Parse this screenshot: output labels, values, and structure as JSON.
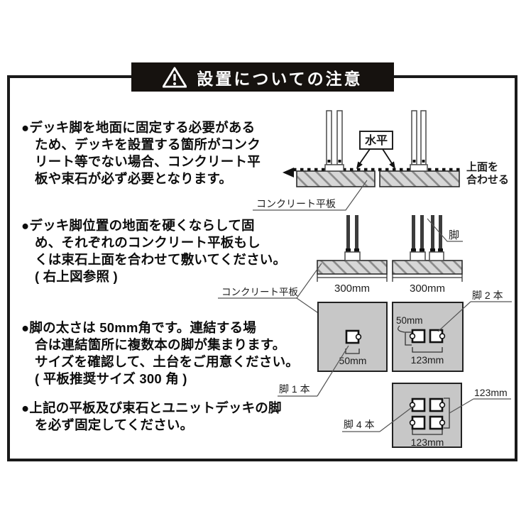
{
  "title": {
    "text": "設置についての注意",
    "icon": "warning-triangle"
  },
  "bullets": [
    {
      "lines": [
        "●デッキ脚を地面に固定する必要がある",
        "ため、デッキを設置する箇所がコンク",
        "リート等でない場合、コンクリート平",
        "板や束石が必ず必要となります。"
      ]
    },
    {
      "lines": [
        "●デッキ脚位置の地面を硬くならして固",
        "め、それぞれのコンクリート平板もし",
        "くは束石上面を合わせて敷いてください。",
        "( 右上図参照 )"
      ]
    },
    {
      "lines": [
        "●脚の太さは 50mm角です。連結する場",
        "合は連結箇所に複数本の脚が集まります。",
        "サイズを確認して、土台をご用意ください。",
        "( 平板推奨サイズ 300 角 )"
      ]
    },
    {
      "lines": [
        "●上記の平板及び束石とユニットデッキの脚",
        "を必ず固定してください。"
      ]
    }
  ],
  "level_diagram": {
    "level_label": "水平",
    "align_label_line1": "上面を",
    "align_label_line2": "合わせる",
    "slab_label": "コンクリート平板"
  },
  "spacing_diagram": {
    "slab_label": "コンクリート平板",
    "leg_label": "脚",
    "dim_left": "300mm",
    "dim_right": "300mm"
  },
  "top_views": {
    "one_leg": {
      "label": "脚 1 本",
      "dim": "50mm"
    },
    "two_legs": {
      "label": "脚 2 本",
      "leg_size": "50mm",
      "dim": "123mm"
    },
    "four_legs": {
      "label": "脚 4 本",
      "dim_vertical": "123mm",
      "dim_horizontal": "123mm"
    }
  },
  "colors": {
    "frame": "#1a1a1a",
    "title_bg": "#16120f",
    "slab_fill": "#d7d7d7",
    "square_fill": "#c7c7c7",
    "ink": "#111111"
  }
}
